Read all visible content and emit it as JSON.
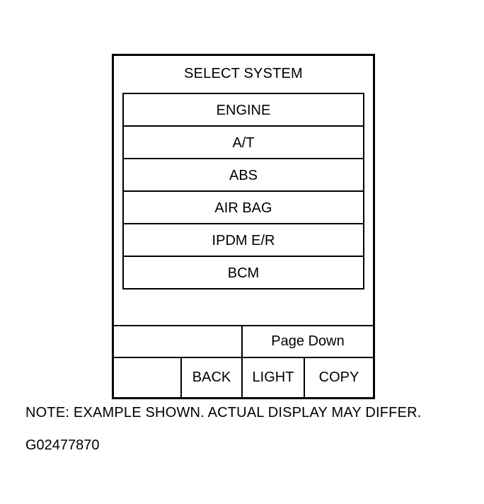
{
  "screen": {
    "title": "SELECT SYSTEM",
    "systems": [
      "ENGINE",
      "A/T",
      "ABS",
      "AIR BAG",
      "IPDM E/R",
      "BCM"
    ]
  },
  "footer": {
    "page_down": "Page Down",
    "back": "BACK",
    "light": "LIGHT",
    "copy": "COPY"
  },
  "caption": {
    "note": "NOTE: EXAMPLE SHOWN. ACTUAL DISPLAY MAY DIFFER.",
    "figure_id": "G02477870"
  }
}
